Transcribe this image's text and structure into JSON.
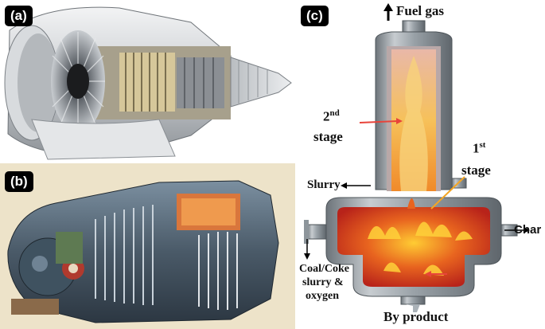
{
  "panels": [
    {
      "id": "a",
      "tag": "(a)"
    },
    {
      "id": "b",
      "tag": "(b)"
    },
    {
      "id": "c",
      "tag": "(c)"
    }
  ],
  "gasifier": {
    "fuel_gas": "Fuel gas",
    "second_stage_num": "2",
    "second_stage_sup": "nd",
    "second_stage_word": "stage",
    "first_stage_num": "1",
    "first_stage_sup": "st",
    "first_stage_word": "stage",
    "slurry": "Slurry",
    "char": "Char",
    "feed_line1": "Coal/Coke",
    "feed_line2": "slurry &",
    "feed_line3": "oxygen",
    "by_product": "By product"
  },
  "colors": {
    "arrow_red": "#e8443a",
    "arrow_orange": "#f5a623",
    "steel": "#9aa2a8",
    "flame": "#e8641f"
  }
}
